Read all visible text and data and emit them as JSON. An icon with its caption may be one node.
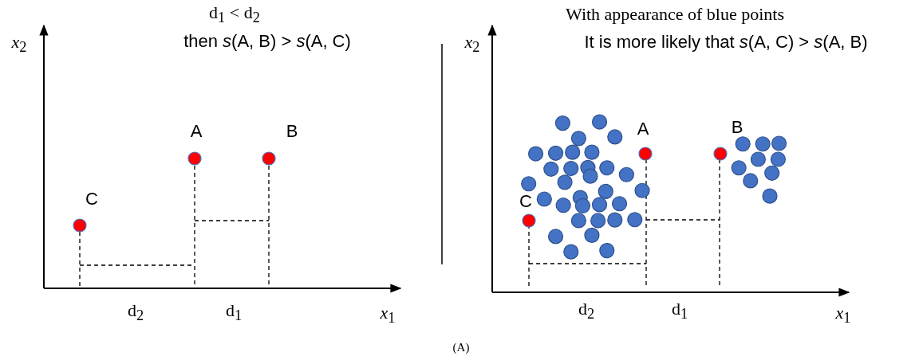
{
  "diagram": {
    "caption": "(A)",
    "labels": [
      "d$_{1}$ < d$_{2}$",
      "*x*$_{2}$",
      "then *s*(A, B) > *s*(A, C)",
      "A",
      "B",
      "C",
      "d$_{2}$",
      "d$_{1}$",
      "*x*$_{1}$",
      "With appearance of blue points",
      "*x*$_{2}$",
      "It is more likely that *s*(A, C) > *s*(A, B)",
      "A",
      "B",
      "C",
      "d$_{2}$",
      "d$_{1}$",
      "*x*$_{1}$"
    ]
  }
}
